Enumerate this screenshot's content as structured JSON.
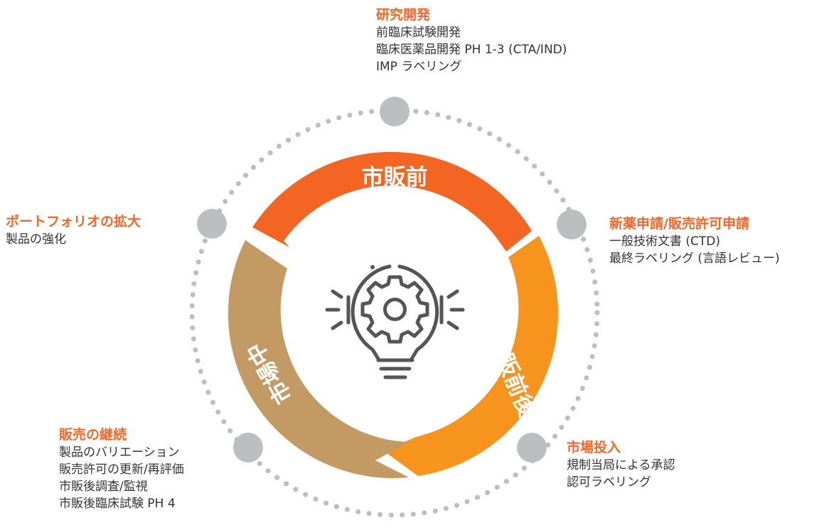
{
  "colors": {
    "orange_dark": "#f26522",
    "orange_light": "#f7941d",
    "tan": "#c49a64",
    "gray_dot": "#bcbec0",
    "icon_gray": "#555555",
    "heading_orange": "#f2672a",
    "text": "#333333"
  },
  "segments": {
    "pre_market": {
      "label": "市販前"
    },
    "post_market": {
      "label": "市販前後"
    },
    "on_market": {
      "label": "市場中"
    }
  },
  "center_icon": "lightbulb-gear-icon",
  "annotations": {
    "rnd": {
      "title": "研究開発",
      "lines": [
        "前臨床試験開発",
        "臨床医薬品開発 PH 1-3 (CTA/IND)",
        "IMP ラベリング"
      ]
    },
    "submission": {
      "title": "新薬申請/販売許可申請",
      "lines": [
        "一般技術文書 (CTD)",
        "最終ラベリング (言語レビュー)"
      ]
    },
    "launch": {
      "title": "市場投入",
      "lines": [
        "規制当局による承認",
        "認可ラベリング"
      ]
    },
    "continuation": {
      "title": "販売の継続",
      "lines": [
        "製品のバリエーション",
        "販売許可の更新/再評価",
        "市販後調査/監視",
        "市販後臨床試験 PH 4"
      ]
    },
    "portfolio": {
      "title": "ポートフォリオの拡大",
      "lines": [
        "製品の強化"
      ]
    }
  }
}
